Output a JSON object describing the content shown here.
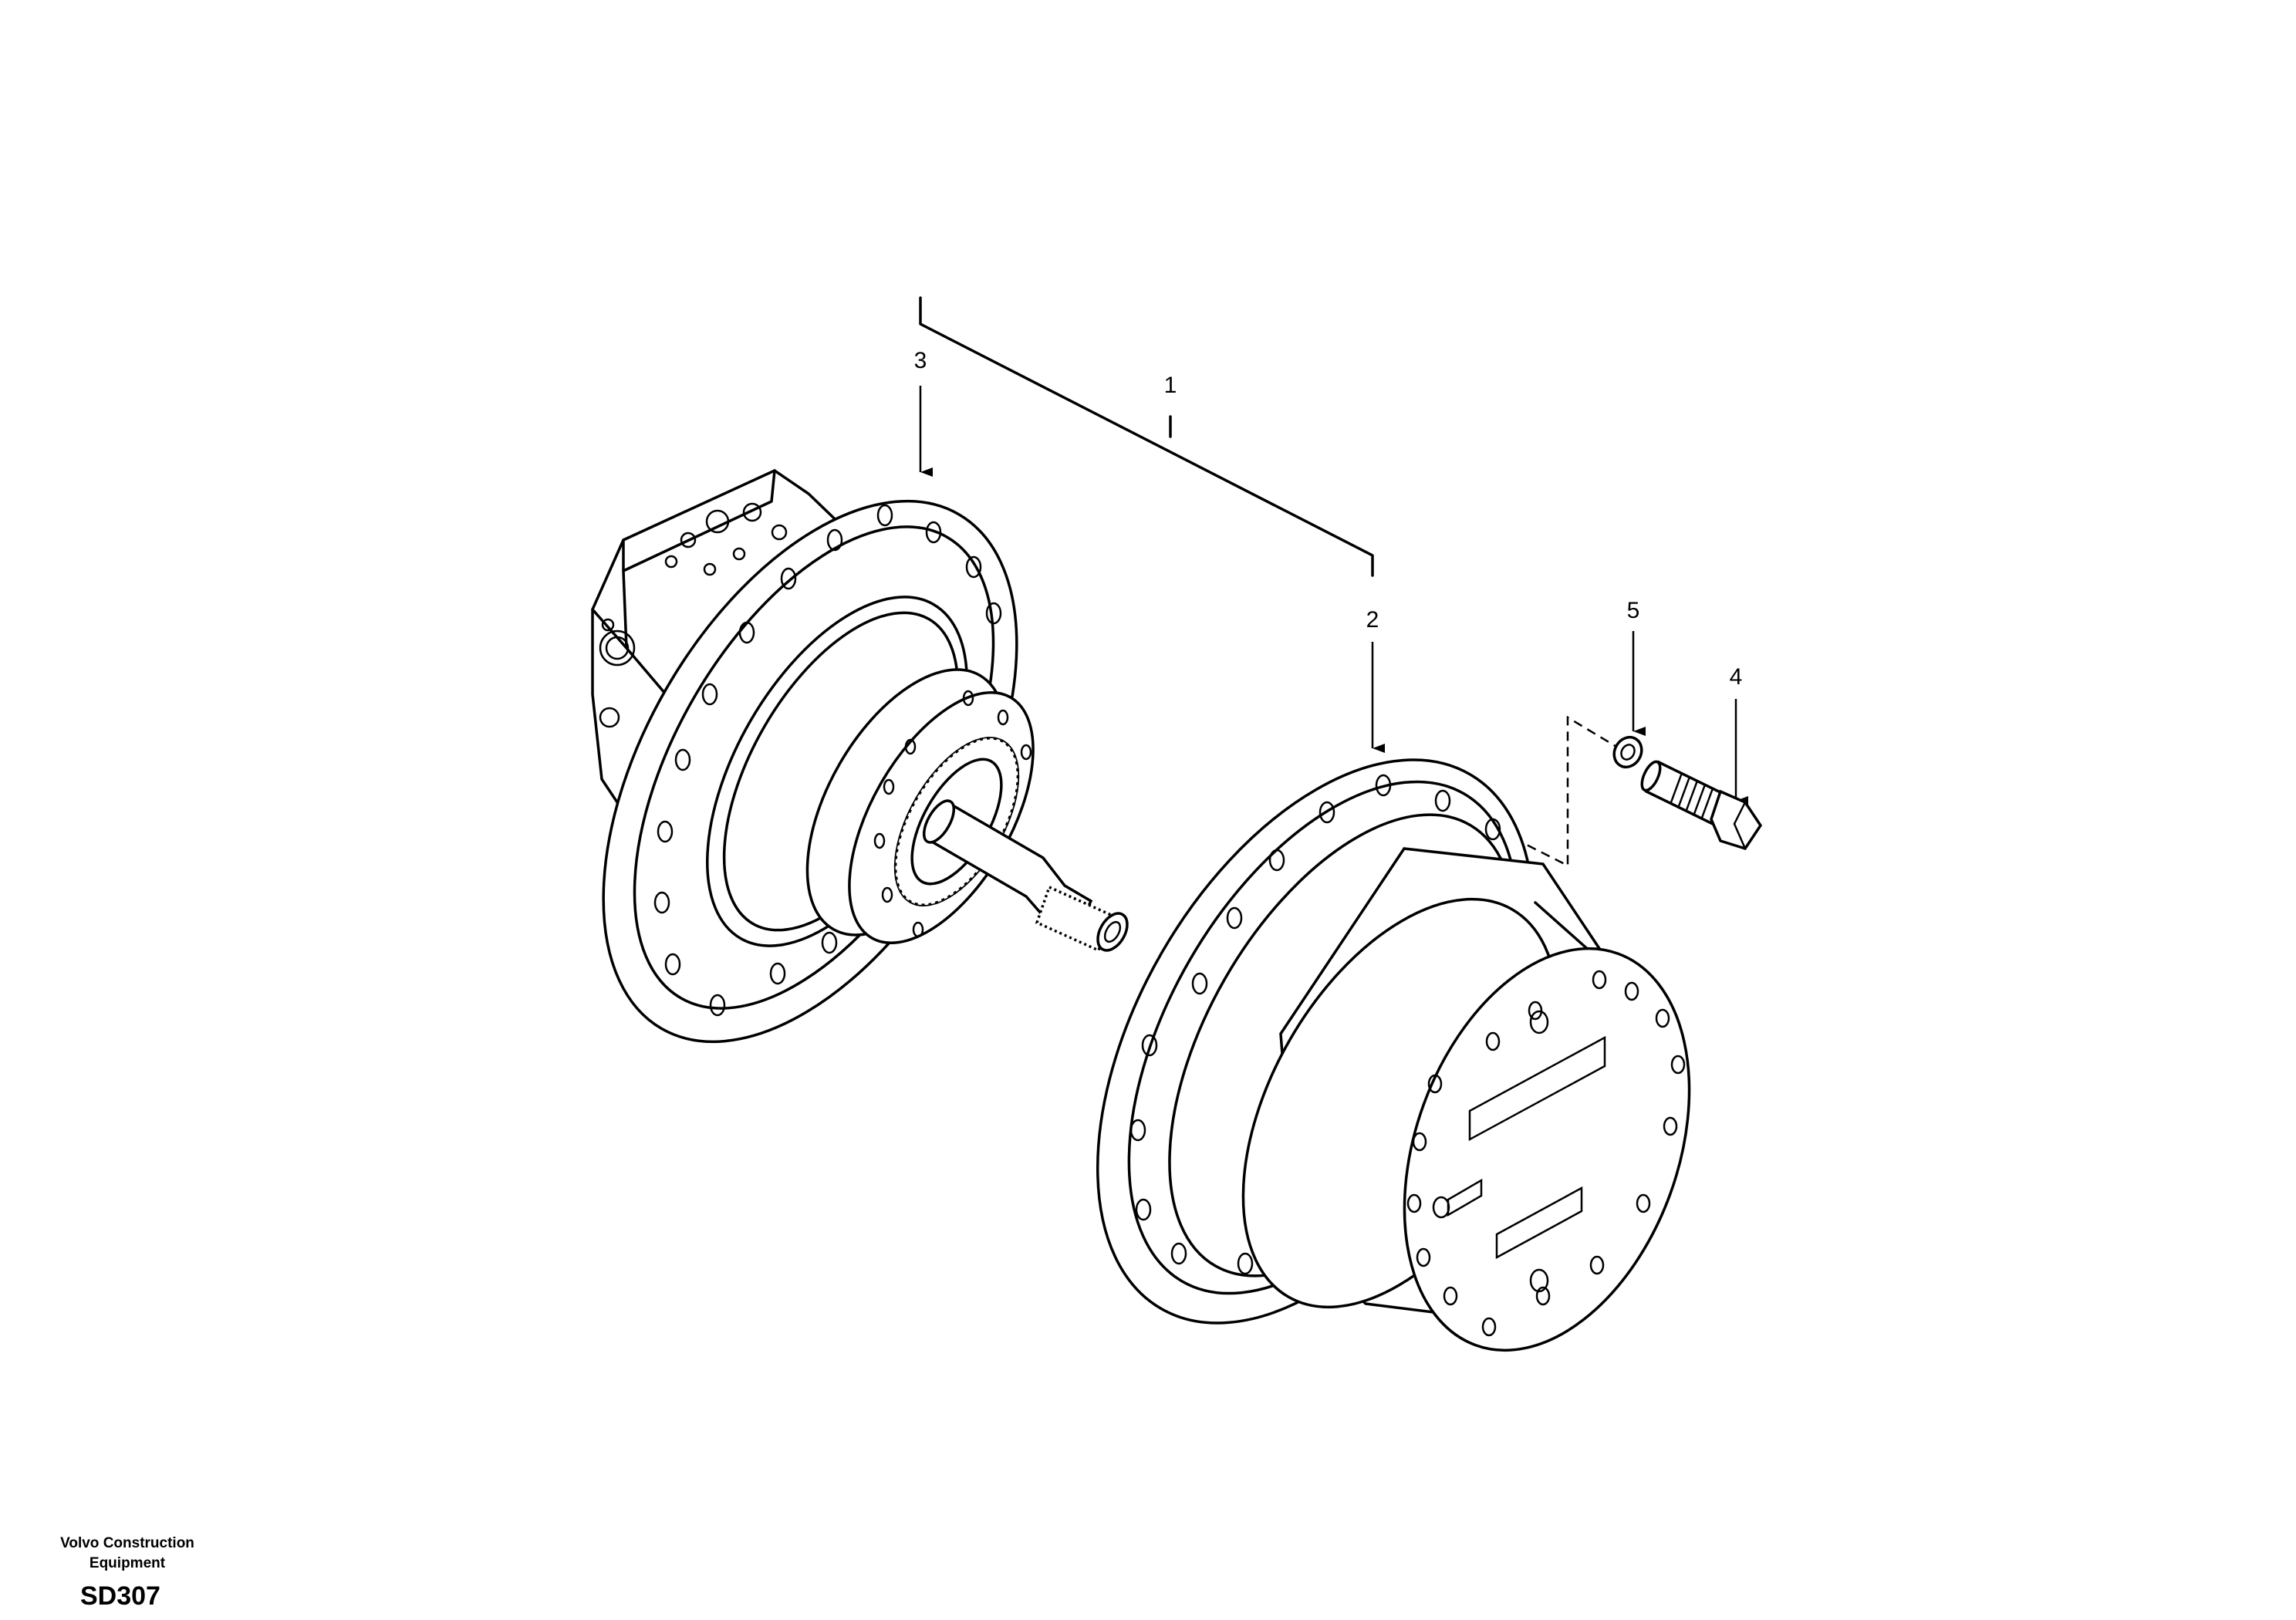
{
  "callouts": [
    {
      "id": "1",
      "label": "1"
    },
    {
      "id": "2",
      "label": "2"
    },
    {
      "id": "3",
      "label": "3"
    },
    {
      "id": "4",
      "label": "4"
    },
    {
      "id": "5",
      "label": "5"
    }
  ],
  "footer": {
    "company_line1": "Volvo Construction",
    "company_line2": "Equipment",
    "code": "SD307"
  }
}
